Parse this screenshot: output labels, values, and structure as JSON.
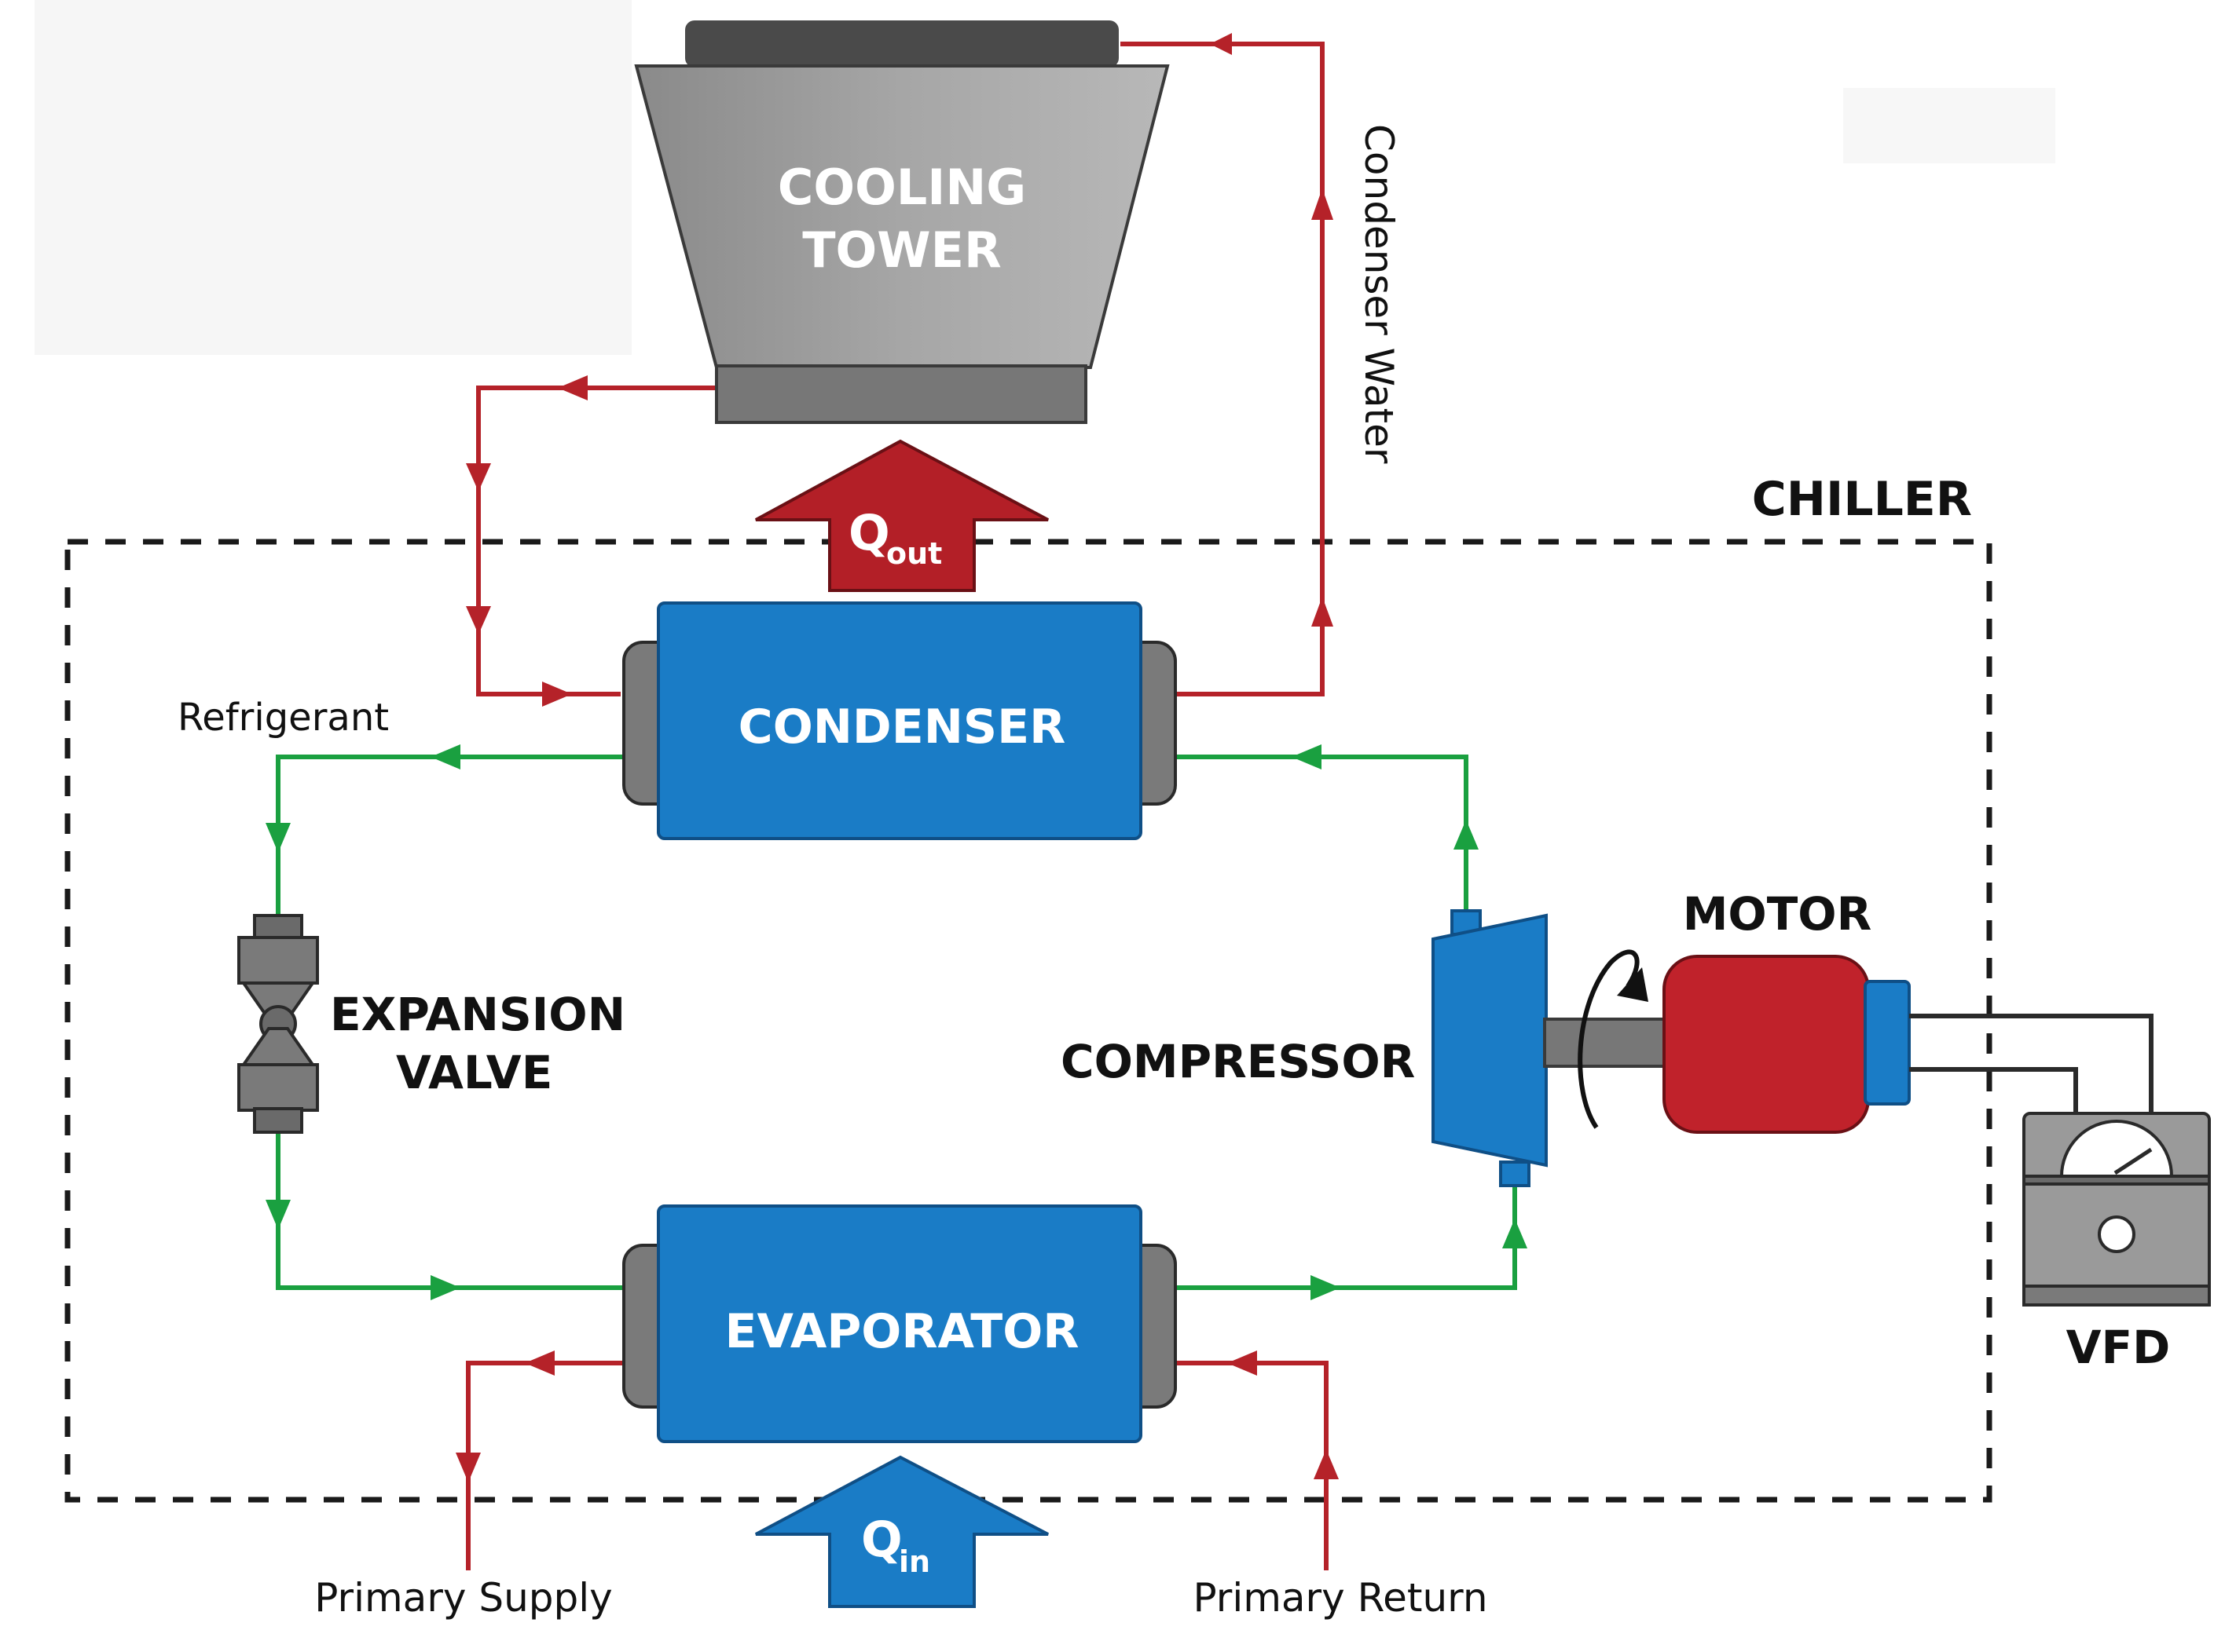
{
  "labels": {
    "cooling_tower_line1": "COOLING",
    "cooling_tower_line2": "TOWER",
    "condenser_water": "Condenser Water",
    "chiller": "CHILLER",
    "q_out_main": "Q",
    "q_out_sub": "out",
    "q_in_main": "Q",
    "q_in_sub": "in",
    "condenser": "CONDENSER",
    "evaporator": "EVAPORATOR",
    "refrigerant": "Refrigerant",
    "expansion_valve_line1": "EXPANSION",
    "expansion_valve_line2": "VALVE",
    "compressor": "COMPRESSOR",
    "motor": "MOTOR",
    "vfd": "VFD",
    "primary_supply": "Primary Supply",
    "primary_return": "Primary Return"
  },
  "colors": {
    "water_line": "#b52229",
    "refrigerant_line": "#1aa040",
    "vessel_blue": "#1a7cc6",
    "vessel_blue_dark": "#0f5f9e",
    "end_cap_gray": "#7a7a7a",
    "tower_gray": "#999999",
    "tower_dark": "#4a4a4a",
    "motor_red": "#c0222b",
    "heat_out_red": "#b31f27",
    "heat_in_blue": "#1a7cc6",
    "boundary_dash": "#1a1a1a"
  }
}
